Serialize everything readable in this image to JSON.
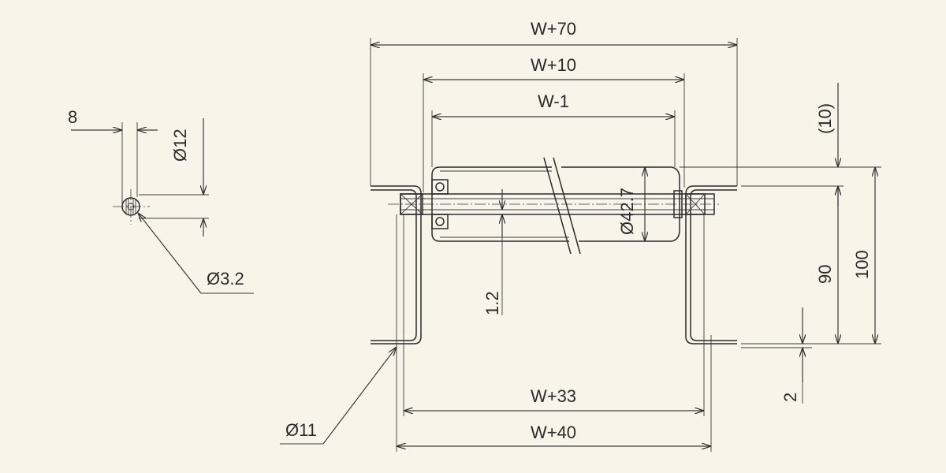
{
  "dimensions": {
    "w_plus_70": "W+70",
    "w_plus_10": "W+10",
    "w_minus_1": "W-1",
    "w_plus_33": "W+33",
    "w_plus_40": "W+40",
    "dia_42_7": "Ø42.7",
    "dia_12": "Ø12",
    "dia_3_2": "Ø3.2",
    "dia_11": "Ø11",
    "dim_8": "8",
    "dim_1_2": "1.2",
    "dim_10": "(10)",
    "dim_90": "90",
    "dim_100": "100",
    "dim_2": "2"
  },
  "colors": {
    "background": "#f8f4ea",
    "line": "#2b2b2b"
  }
}
